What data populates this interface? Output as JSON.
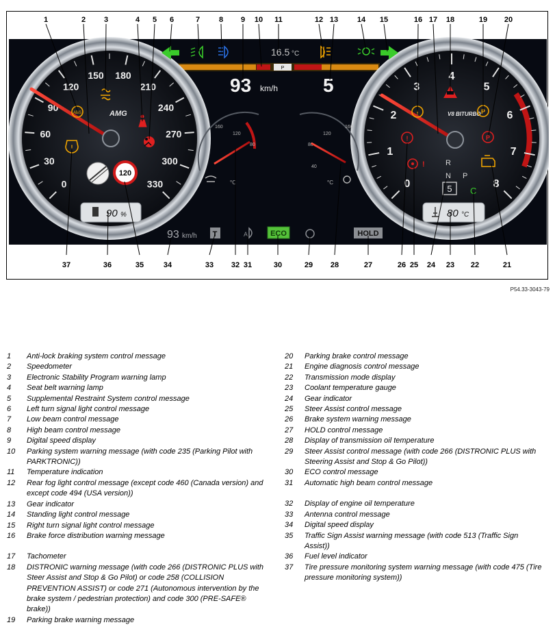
{
  "figure_ref": "P54.33-3043-79",
  "cluster": {
    "speedometer_ticks": [
      "0",
      "30",
      "60",
      "90",
      "120",
      "150",
      "180",
      "210",
      "240",
      "270",
      "300",
      "330"
    ],
    "tachometer_ticks": [
      "0",
      "1",
      "2",
      "3",
      "4",
      "5",
      "6",
      "7",
      "8"
    ],
    "speed_value": "93",
    "speed_unit": "km/h",
    "temperature": "16.5",
    "temperature_unit": "°C",
    "gear_value": "5",
    "parking_label": "P",
    "amg_logo": "AMG",
    "v8_badge": "V8 BITURBO",
    "fuel_percent": "90",
    "fuel_unit": "%",
    "coolant_value": "80",
    "coolant_unit": "°C",
    "small_speed_value": "93",
    "small_speed_unit": "km/h",
    "antenna_letter": "T",
    "auto_high_beam_letter": "A",
    "eco_label": "ECO",
    "hold_label": "HOLD",
    "gear_r": "R",
    "gear_n": "N",
    "gear_p": "P",
    "gear_box": "5",
    "gear_c": "C",
    "speed_limit_sign": "120",
    "abs_letters": "ABS",
    "oil_gauge_ticks": [
      "160",
      "120",
      "80"
    ],
    "trans_gauge_ticks": [
      "80",
      "40",
      "120",
      "160"
    ],
    "celsius_unit": "°C",
    "brake_icon_letter": "!",
    "park_brake_letter": "P",
    "colors": {
      "display_bg": "#070a12",
      "red_warning": "#d11a1a",
      "amber": "#f2a500",
      "green_indicator": "#3acb2a",
      "blue_high_beam": "#2a6fe0",
      "eco_green": "#55c23a"
    }
  },
  "callouts_top": [
    "1",
    "2",
    "3",
    "4",
    "5",
    "6",
    "7",
    "8",
    "9",
    "10",
    "11",
    "12",
    "13",
    "14",
    "15",
    "16",
    "17",
    "18",
    "19",
    "20"
  ],
  "callouts_bottom": [
    "37",
    "36",
    "35",
    "34",
    "33",
    "32",
    "31",
    "30",
    "29",
    "28",
    "27",
    "26",
    "25",
    "24",
    "23",
    "22",
    "21"
  ],
  "legend_left": [
    {
      "num": "1",
      "text": "Anti-lock braking system control message"
    },
    {
      "num": "2",
      "text": "Speedometer"
    },
    {
      "num": "3",
      "text": "Electronic Stability Program warning lamp"
    },
    {
      "num": "4",
      "text": "Seat belt warning lamp"
    },
    {
      "num": "5",
      "text": "Supplemental Restraint System control message"
    },
    {
      "num": "6",
      "text": "Left turn signal light control message"
    },
    {
      "num": "7",
      "text": "Low beam control message"
    },
    {
      "num": "8",
      "text": "High beam control message"
    },
    {
      "num": "9",
      "text": "Digital speed display"
    },
    {
      "num": "10",
      "text": "Parking system warning message (with code 235 (Parking Pilot with PARKTRONIC))"
    },
    {
      "num": "11",
      "text": "Temperature indication"
    },
    {
      "num": "12",
      "text": "Rear fog light control message (except code 460 (Canada version) and except code 494 (USA version))"
    },
    {
      "num": "13",
      "text": "Gear indicator"
    },
    {
      "num": "14",
      "text": "Standing light control message"
    },
    {
      "num": "15",
      "text": "Right turn signal light control message"
    },
    {
      "num": "16",
      "text": "Brake force distribution warning message"
    },
    {
      "num": "17",
      "text": "Tachometer"
    },
    {
      "num": "18",
      "text": "DISTRONIC warning message (with code 266 (DISTRONIC PLUS with Steer Assist and Stop & Go Pilot) or code 258 (COLLISION PREVENTION ASSIST) or code 271 (Autonomous intervention by the brake system / pedestrian protection) and code 300 (PRE-SAFE® brake))"
    },
    {
      "num": "19",
      "text": "Parking brake warning message"
    }
  ],
  "legend_right": [
    {
      "num": "20",
      "text": "Parking brake control message"
    },
    {
      "num": "21",
      "text": "Engine diagnosis control message"
    },
    {
      "num": "22",
      "text": "Transmission mode display"
    },
    {
      "num": "23",
      "text": "Coolant temperature gauge"
    },
    {
      "num": "24",
      "text": "Gear indicator"
    },
    {
      "num": "25",
      "text": "Steer Assist control message"
    },
    {
      "num": "26",
      "text": "Brake system warning message"
    },
    {
      "num": "27",
      "text": "HOLD control message"
    },
    {
      "num": "28",
      "text": "Display of transmission oil temperature"
    },
    {
      "num": "29",
      "text": "Steer Assist control message (with code 266 (DISTRONIC PLUS with Steering Assist and Stop & Go Pilot))"
    },
    {
      "num": "30",
      "text": "ECO control message"
    },
    {
      "num": "31",
      "text": "Automatic high beam control message"
    },
    {
      "num": "32",
      "text": "Display of engine oil temperature"
    },
    {
      "num": "33",
      "text": "Antenna control message"
    },
    {
      "num": "34",
      "text": "Digital speed display"
    },
    {
      "num": "35",
      "text": "Traffic Sign Assist warning message (with code 513 (Traffic Sign Assist))"
    },
    {
      "num": "36",
      "text": "Fuel level indicator"
    },
    {
      "num": "37",
      "text": "Tire pressure monitoring system warning message (with code 475 (Tire pressure monitoring system))"
    }
  ]
}
